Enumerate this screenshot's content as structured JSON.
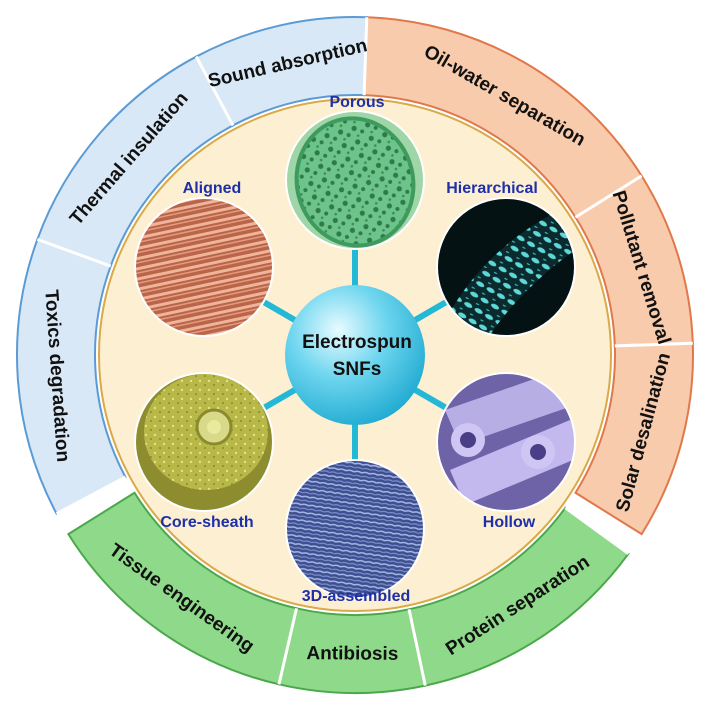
{
  "center": {
    "line1": "Electrospun",
    "line2": "SNFs"
  },
  "morphologies": [
    {
      "label": "Porous",
      "icon": "porous-fiber-micrograph",
      "tint": "#5fb87a"
    },
    {
      "label": "Hierarchical",
      "icon": "hierarchical-fiber-micrograph",
      "tint": "#4fc8c8"
    },
    {
      "label": "Hollow",
      "icon": "hollow-fiber-micrograph",
      "tint": "#a69ad8"
    },
    {
      "label": "3D-assembled",
      "icon": "3d-assembled-micrograph",
      "tint": "#7a8fd0"
    },
    {
      "label": "Core-sheath",
      "icon": "core-sheath-fiber-micrograph",
      "tint": "#c8c85a"
    },
    {
      "label": "Aligned",
      "icon": "aligned-fibers-micrograph",
      "tint": "#d48a6a"
    }
  ],
  "applications": {
    "blue": {
      "color": "#d9e8f6",
      "stroke": "#5b9bd5",
      "items": [
        "Sound absorption",
        "Thermal insulation",
        "Toxics degradation"
      ]
    },
    "orange": {
      "color": "#f8cbad",
      "stroke": "#e0784a",
      "items": [
        "Oil-water separation",
        "Pollutant removal",
        "Solar desalination"
      ]
    },
    "green": {
      "color": "#8fd98a",
      "stroke": "#4aa84a",
      "items": [
        "Protein separation",
        "Antibiosis",
        "Tissue engineering"
      ]
    }
  },
  "colors": {
    "inner_disc": "#fdf0d2",
    "inner_border": "#d9a94a",
    "center_sphere": "#4cc9e8",
    "spoke": "#22b8d6",
    "morph_label": "#1e2fa8"
  }
}
